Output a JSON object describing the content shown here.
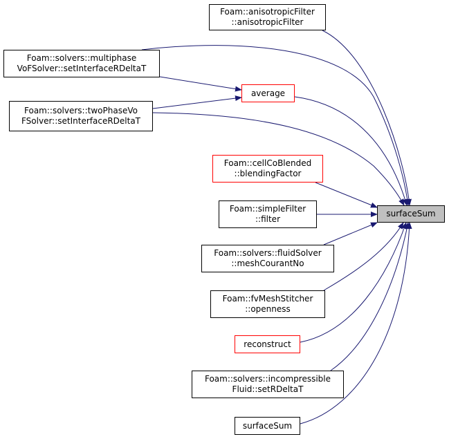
{
  "colors": {
    "edge": "#191970",
    "highlight": "#bfbfbf",
    "incomplete": "#ff0000"
  },
  "target": {
    "label": "surfaceSum"
  },
  "nodes": [
    {
      "id": "aniso",
      "line1": "Foam::anisotropicFilter",
      "line2": "::anisotropicFilter"
    },
    {
      "id": "multi",
      "line1": "Foam::solvers::multiphase",
      "line2": "VoFSolver::setInterfaceRDeltaT"
    },
    {
      "id": "average",
      "line1": "average"
    },
    {
      "id": "twophase",
      "line1": "Foam::solvers::twoPhaseVo",
      "line2": "FSolver::setInterfaceRDeltaT"
    },
    {
      "id": "blend",
      "line1": "Foam::cellCoBlended",
      "line2": "::blendingFactor"
    },
    {
      "id": "filter",
      "line1": "Foam::simpleFilter",
      "line2": "::filter"
    },
    {
      "id": "courant",
      "line1": "Foam::solvers::fluidSolver",
      "line2": "::meshCourantNo"
    },
    {
      "id": "openness",
      "line1": "Foam::fvMeshStitcher",
      "line2": "::openness"
    },
    {
      "id": "reconstruct",
      "line1": "reconstruct"
    },
    {
      "id": "incomp",
      "line1": "Foam::solvers::incompressible",
      "line2": "Fluid::setRDeltaT"
    },
    {
      "id": "ssum",
      "line1": "surfaceSum"
    }
  ]
}
